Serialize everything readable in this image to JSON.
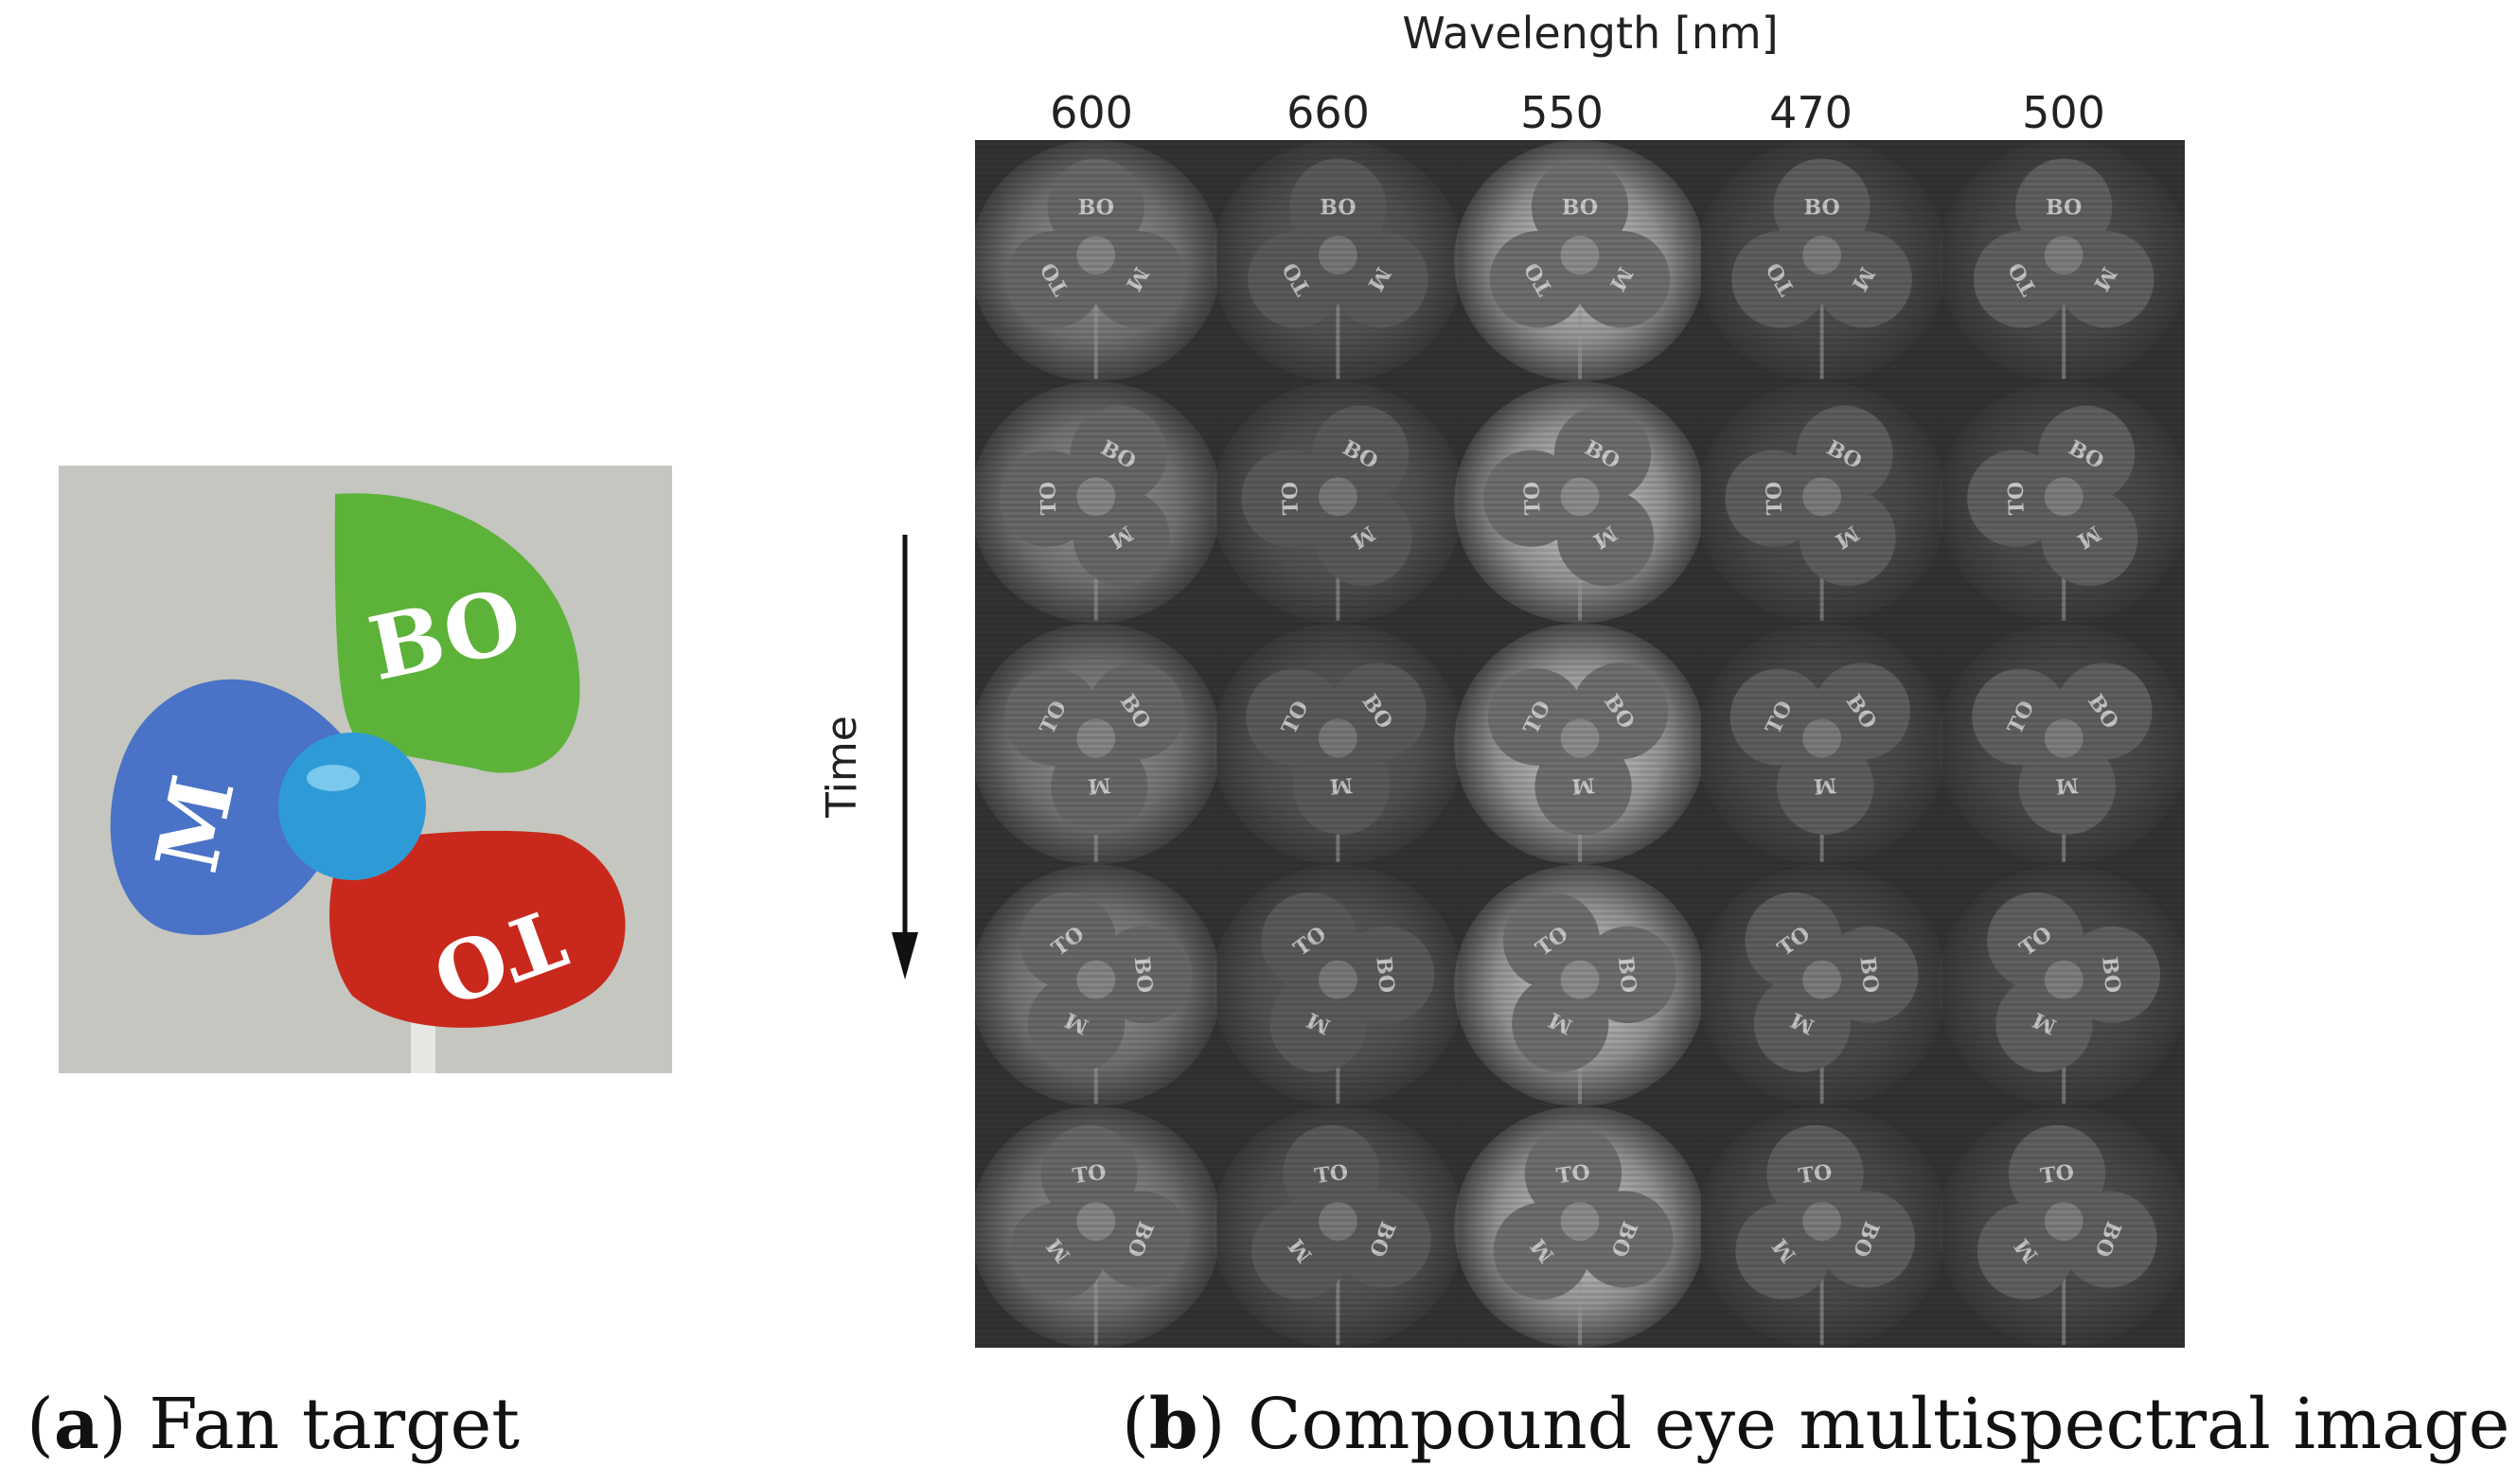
{
  "panel_a": {
    "caption_letter": "a",
    "caption_text": "Fan target",
    "blade_letters": [
      "BO",
      "M",
      "TO"
    ],
    "colors": {
      "green": "#5db23a",
      "blue": "#4a72c6",
      "red": "#c8291c",
      "hub": "#2f9bd6",
      "wall": "#c4c6bf"
    }
  },
  "panel_b": {
    "caption_letter": "b",
    "caption_text": "Compound eye multispectral image",
    "x_title": "Wavelength [nm]",
    "wavelengths": [
      "600",
      "660",
      "550",
      "470",
      "500"
    ],
    "y_title": "Time",
    "rows": 5,
    "columns": 5,
    "blade_letters": [
      "BO",
      "M",
      "TO"
    ]
  }
}
